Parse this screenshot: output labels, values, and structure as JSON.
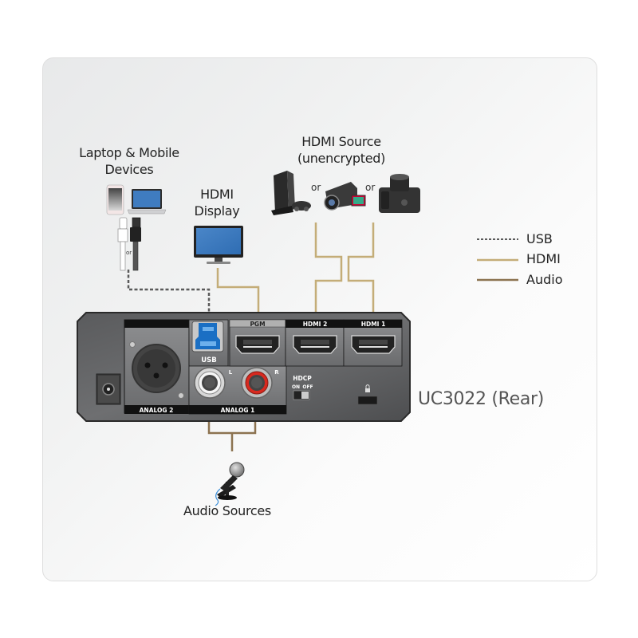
{
  "diagram": {
    "title": "UC3022 (Rear)",
    "nodes": {
      "laptop_mobile": {
        "label_line1": "Laptop & Mobile",
        "label_line2": "Devices",
        "cable_or": "or"
      },
      "hdmi_display": {
        "label_line1": "HDMI",
        "label_line2": "Display"
      },
      "hdmi_source": {
        "label_line1": "HDMI Source",
        "label_line2": "(unencrypted)",
        "or_1": "or",
        "or_2": "or"
      },
      "audio_sources": {
        "label": "Audio Sources"
      }
    },
    "device_ports": {
      "usb": "USB",
      "pgm": "PGM",
      "hdmi2": "HDMI 2",
      "hdmi1": "HDMI 1",
      "analog2": "ANALOG 2",
      "analog1": "ANALOG 1",
      "left": "L",
      "right": "R",
      "hdcp": "HDCP",
      "hdcp_on": "ON",
      "hdcp_off": "OFF"
    },
    "legend": [
      {
        "label": "USB",
        "style": "dashed",
        "color": "#5a5a5a"
      },
      {
        "label": "HDMI",
        "style": "solid",
        "color": "#c4ad78"
      },
      {
        "label": "Audio",
        "style": "solid",
        "color": "#8c7350"
      }
    ]
  }
}
